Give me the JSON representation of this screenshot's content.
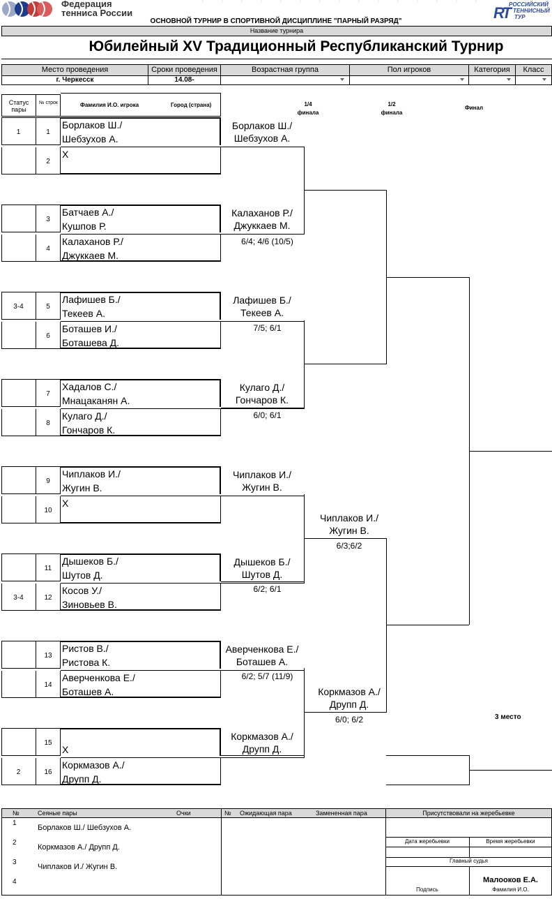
{
  "header": {
    "fed_line1": "Федерация",
    "fed_line2": "тенниса России",
    "rtt_line1": "РОССИЙСКИЙ",
    "rtt_line2": "ТЕННИСНЫЙ",
    "rtt_line3": "ТУР",
    "rtt_mark": "RT",
    "main_title": "ОСНОВНОЙ ТУРНИР В СПОРТИВНОЙ ДИСЦИПЛИНЕ \"ПАРНЫЙ РАЗРЯД\"",
    "name_label": "Название турнира",
    "tournament_name": "Юбилейный XV Традиционный Республиканский Турнир"
  },
  "info": {
    "venue_label": "Место проведения",
    "dates_label": "Сроки проведения",
    "age_label": "Возрастная группа",
    "gender_label": "Пол игроков",
    "category_label": "Категория",
    "class_label": "Класс",
    "venue": "г. Черкесск",
    "dates": "14.08-"
  },
  "columns": {
    "status": "Статус пары",
    "row_num": "№ строк",
    "player_name": "Фамилия И.О. игрока",
    "city": "Город (страна)",
    "qf_1": "1/4",
    "qf_2": "финала",
    "sf_1": "1/2",
    "sf_2": "финала",
    "final": "Финал"
  },
  "entries": [
    {
      "num": "1",
      "status": "1",
      "l1": "Борлаков Ш./",
      "l2": "Шебзухов А."
    },
    {
      "num": "2",
      "status": "",
      "l1": "X",
      "l2": ""
    },
    {
      "num": "3",
      "status": "",
      "l1": "Батчаев А./",
      "l2": " Кушпов Р."
    },
    {
      "num": "4",
      "status": "",
      "l1": "Калаханов Р./",
      "l2": "Джуккаев М."
    },
    {
      "num": "5",
      "status": "3-4",
      "l1": "Лафишев Б./",
      "l2": "Текеев А."
    },
    {
      "num": "6",
      "status": "",
      "l1": "Боташев И./",
      "l2": "Боташева Д."
    },
    {
      "num": "7",
      "status": "",
      "l1": "Хадалов С./",
      "l2": "Мнацаканян А."
    },
    {
      "num": "8",
      "status": "",
      "l1": "Кулаго Д./",
      "l2": "Гончаров К."
    },
    {
      "num": "9",
      "status": "",
      "l1": "Чиплаков И./",
      "l2": "Жугин В."
    },
    {
      "num": "10",
      "status": "",
      "l1": "X",
      "l2": ""
    },
    {
      "num": "11",
      "status": "",
      "l1": "Дышеков Б./",
      "l2": "Шутов Д."
    },
    {
      "num": "12",
      "status": "3-4",
      "l1": "Косов У./",
      "l2": "Зиновьев В."
    },
    {
      "num": "13",
      "status": "",
      "l1": "Ристов В./",
      "l2": "Ристова К."
    },
    {
      "num": "14",
      "status": "",
      "l1": "Аверченкова Е./",
      "l2": "Боташев А."
    },
    {
      "num": "15",
      "status": "",
      "l1": "",
      "l2": "X"
    },
    {
      "num": "16",
      "status": "2",
      "l1": "Коркмазов А./",
      "l2": "Друпп Д."
    }
  ],
  "r2": [
    {
      "l1": "Борлаков Ш./",
      "l2": "Шебзухов А.",
      "score": ""
    },
    {
      "l1": "Калаханов Р./",
      "l2": "Джуккаев М.",
      "score": "6/4; 4/6 (10/5)"
    },
    {
      "l1": "Лафишев Б./",
      "l2": "Текеев А.",
      "score": "7/5; 6/1"
    },
    {
      "l1": "Кулаго Д./",
      "l2": "Гончаров К.",
      "score": "6/0; 6/1"
    },
    {
      "l1": "Чиплаков И./",
      "l2": "Жугин В.",
      "score": ""
    },
    {
      "l1": "Дышеков Б./",
      "l2": "Шутов Д.",
      "score": "6/2; 6/1"
    },
    {
      "l1": "Аверченкова Е./",
      "l2": "Боташев А.",
      "score": "6/2; 5/7 (11/9)"
    },
    {
      "l1": "Коркмазов А./",
      "l2": "Друпп Д.",
      "score": ""
    }
  ],
  "r3": [
    {
      "l1": "Чиплаков И./",
      "l2": "Жугин В.",
      "score": "6/3;6/2"
    },
    {
      "l1": "Коркмазов А./",
      "l2": "Друпп Д.",
      "score": "6/0; 6/2"
    }
  ],
  "third_place": "3 место",
  "footer": {
    "col_num": "№",
    "col_seeded": "Сеяные пары",
    "col_points": "Очки",
    "col_num2": "№",
    "col_waiting": "Ожидающая пара",
    "col_replaced": "Замененная пара",
    "col_present": "Присутствовали на жеребьевке",
    "seeds": [
      {
        "n": "1",
        "name": "Борлаков Ш./ Шебзухов А."
      },
      {
        "n": "2",
        "name": "Коркмазов А./ Друпп Д."
      },
      {
        "n": "3",
        "name": "Чиплаков И./ Жугин В."
      },
      {
        "n": "4",
        "name": ""
      }
    ],
    "draw_date": "Дата жеребьевки",
    "draw_time": "Время жеребьевки",
    "chief_judge": "Главный судья",
    "signature": "Подпись",
    "judge_name": "Малооков Е.А.",
    "judge_name_label": "Фамилия И.О."
  }
}
